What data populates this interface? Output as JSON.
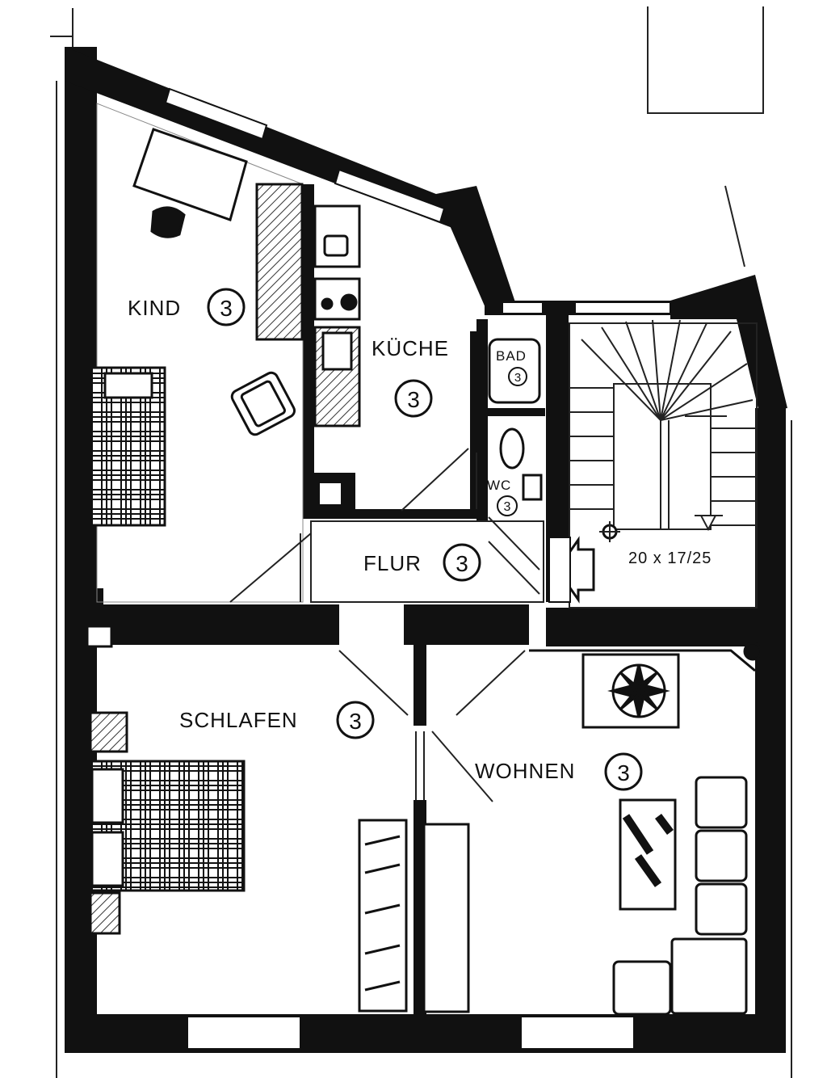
{
  "rooms": {
    "kind": {
      "name": "KIND",
      "level": "3"
    },
    "kueche": {
      "name": "KÜCHE",
      "level": "3"
    },
    "bad": {
      "name": "BAD",
      "level": "3"
    },
    "wc": {
      "name": "WC",
      "level": "3"
    },
    "flur": {
      "name": "FLUR",
      "level": "3"
    },
    "schlafen": {
      "name": "SCHLAFEN",
      "level": "3"
    },
    "wohnen": {
      "name": "WOHNEN",
      "level": "3"
    }
  },
  "stairs": {
    "dimension": "20 x 17/25"
  },
  "colors": {
    "wall": "#111111",
    "paper": "#ffffff",
    "ink": "#222222"
  },
  "icons": [
    "entrance-arrow-icon",
    "chimney-icon",
    "armchair-icon",
    "toilet-icon"
  ]
}
